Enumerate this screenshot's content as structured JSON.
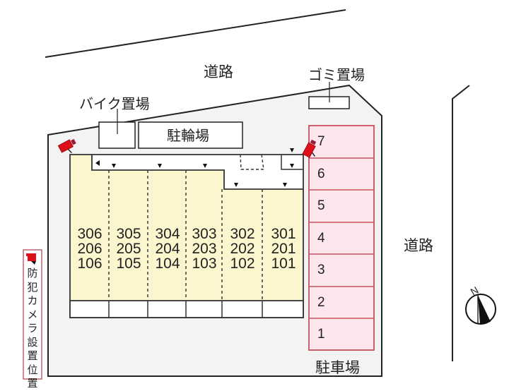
{
  "roads": {
    "top_label": "道路",
    "right_label": "道路"
  },
  "facilities": {
    "bike_parking": "バイク置場",
    "garbage": "ゴミ置場",
    "bicycle_parking": "駐輪場",
    "car_parking": "駐車場"
  },
  "units": {
    "columns": [
      {
        "floor3": "306",
        "floor2": "206",
        "floor1": "106"
      },
      {
        "floor3": "305",
        "floor2": "205",
        "floor1": "105"
      },
      {
        "floor3": "304",
        "floor2": "204",
        "floor1": "104"
      },
      {
        "floor3": "303",
        "floor2": "203",
        "floor1": "103"
      },
      {
        "floor3": "302",
        "floor2": "202",
        "floor1": "102"
      },
      {
        "floor3": "301",
        "floor2": "201",
        "floor1": "101"
      }
    ]
  },
  "parking_slots": [
    "7",
    "6",
    "5",
    "4",
    "3",
    "2",
    "1"
  ],
  "legend": {
    "camera_text": "防犯カメラ設置位置"
  },
  "compass": {
    "north_label": "N"
  },
  "colors": {
    "building_fill": "#fcf6cf",
    "parking_fill": "#fde6ec",
    "parking_border": "#c8505e",
    "site_fill": "#f3f3f3",
    "camera_red": "#e0101a"
  }
}
